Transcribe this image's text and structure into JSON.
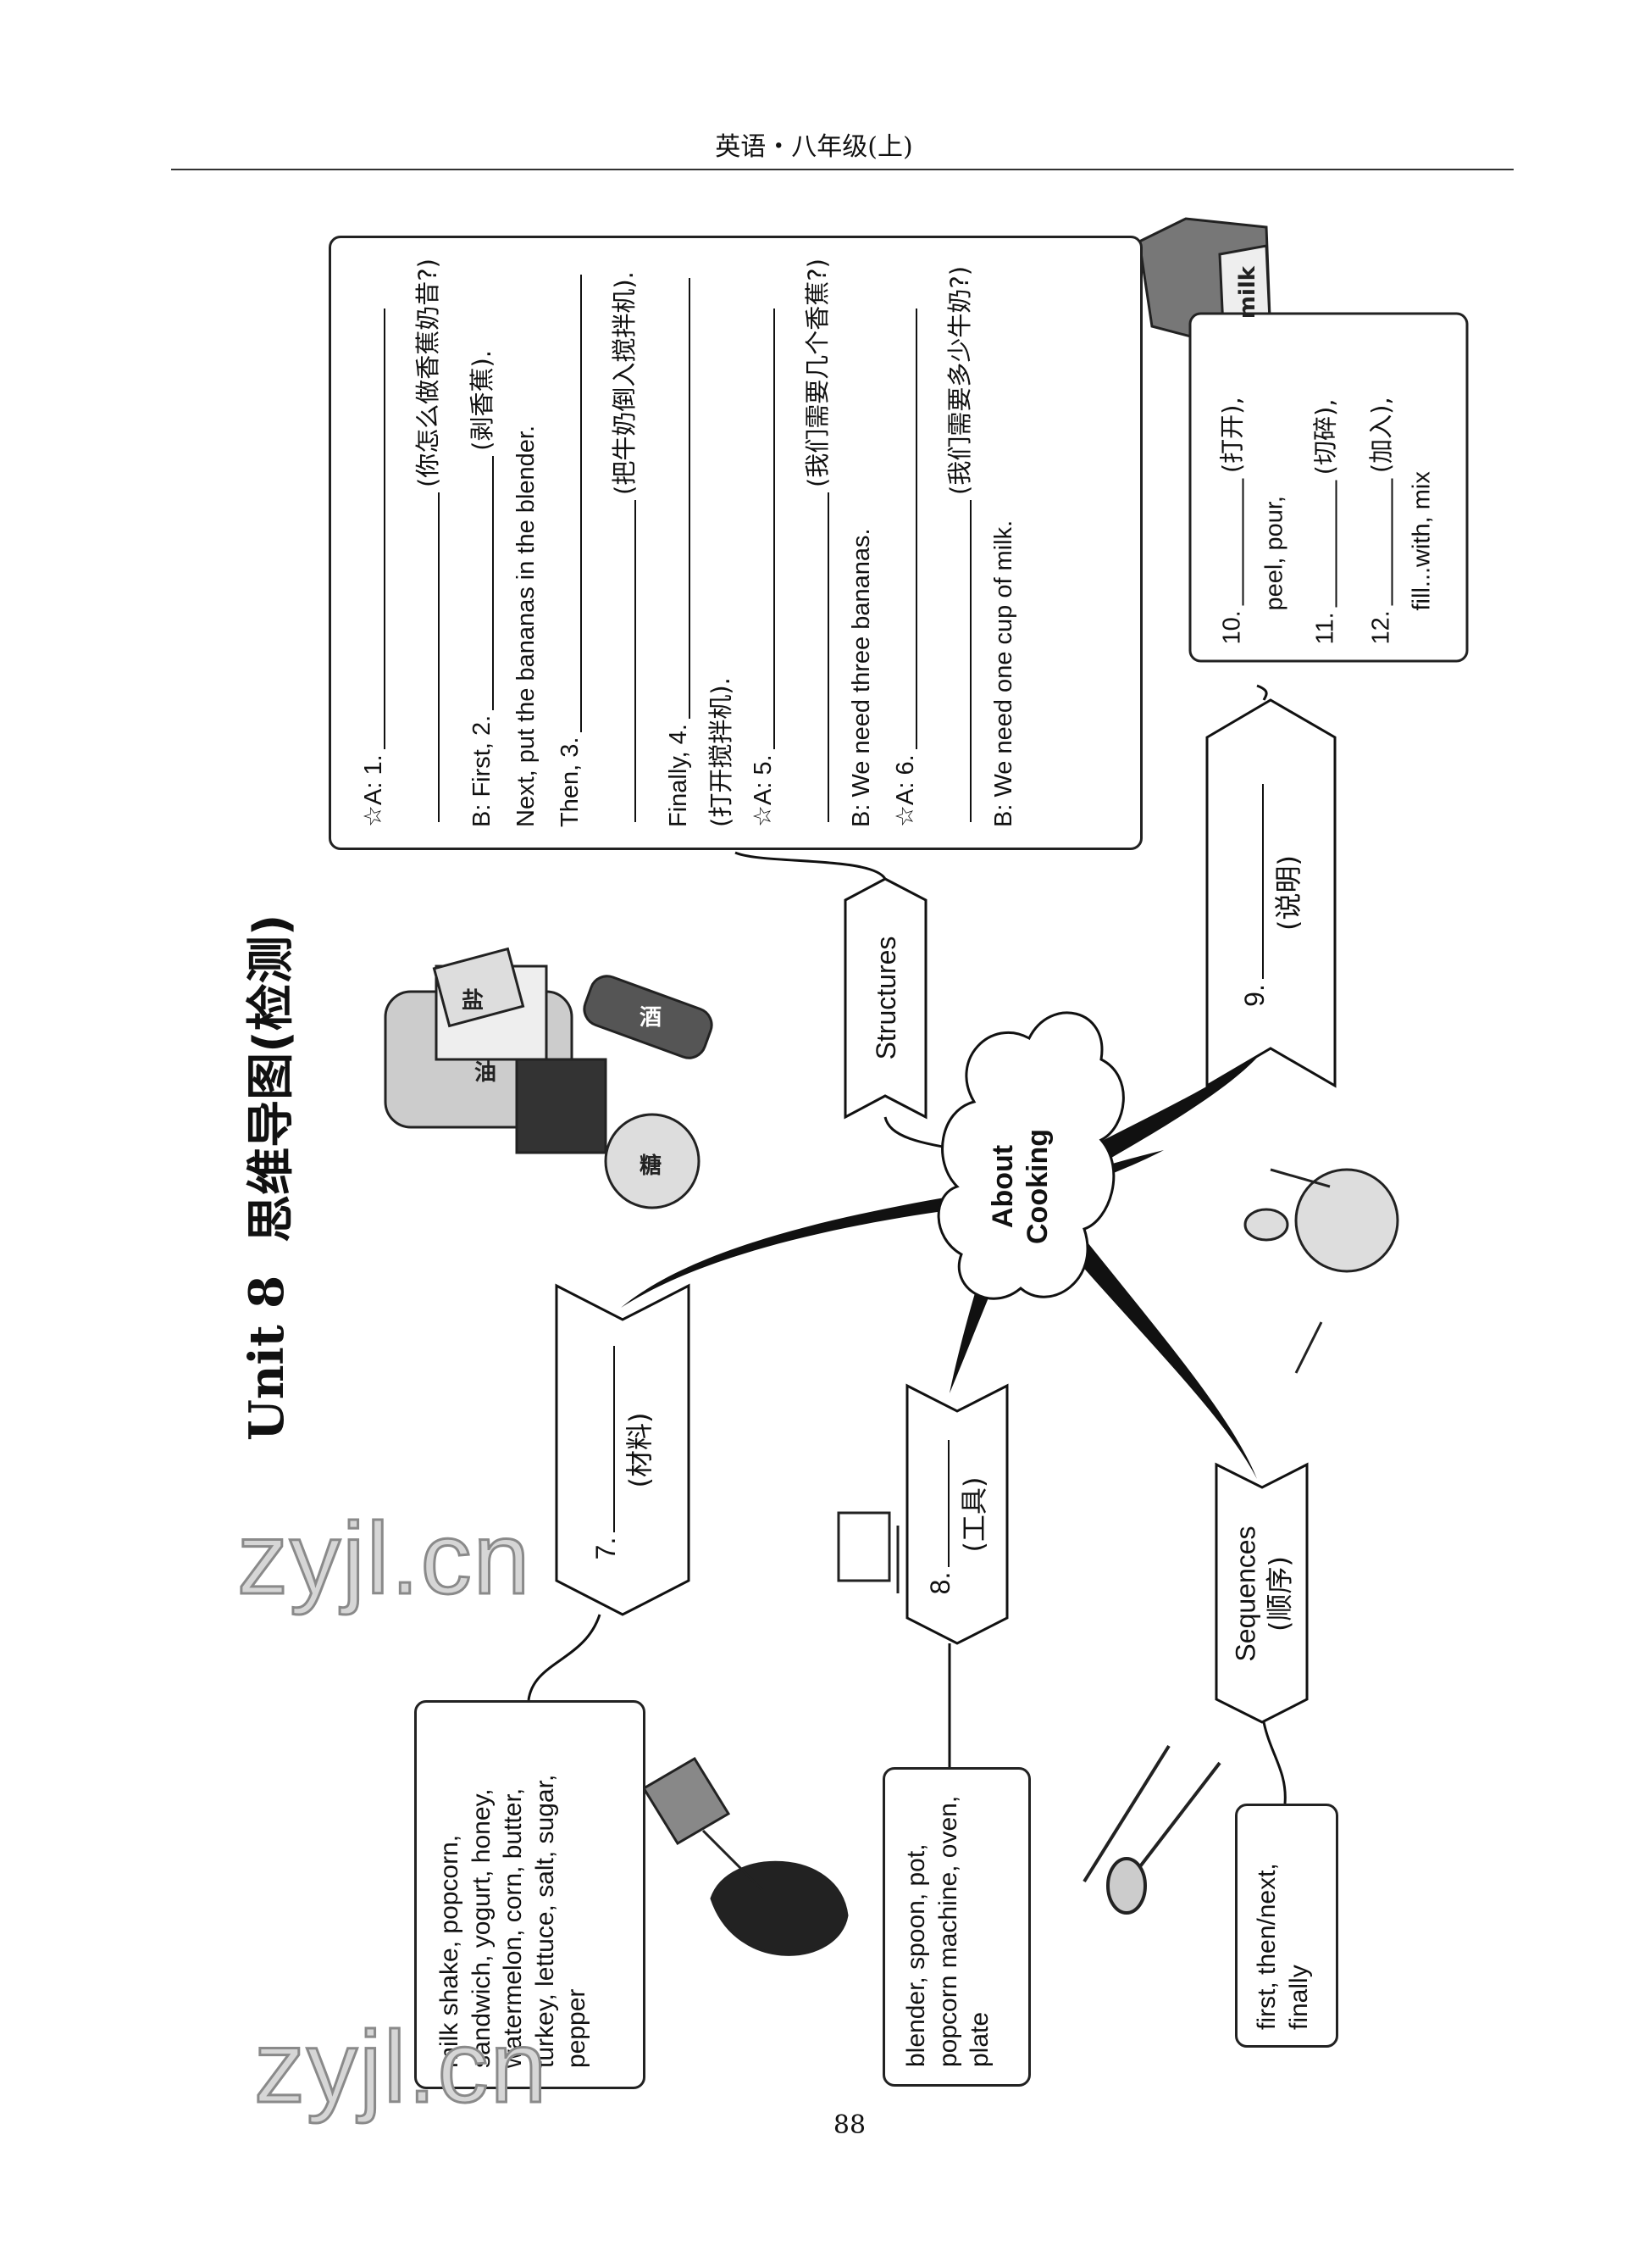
{
  "header": {
    "book_title": "英语・八年级(上)"
  },
  "title": {
    "unit": "Unit 8",
    "subtitle": "思维导图(检测)"
  },
  "center": {
    "line1": "About",
    "line2": "Cooking"
  },
  "structures": {
    "label": "Structures",
    "lines": [
      {
        "prefix": "☆A: 1.",
        "hint": ""
      },
      {
        "prefix": "",
        "hint": "(你怎么做香蕉奶昔?)"
      },
      {
        "prefix": "B: First, 2.",
        "hint": "(剥香蕉)."
      },
      {
        "prefix": "Next, put the bananas in the blender.",
        "hint": ""
      },
      {
        "prefix": "Then, 3.",
        "hint": ""
      },
      {
        "prefix": "",
        "hint": "(把牛奶倒入搅拌机)."
      },
      {
        "prefix": "Finally, 4.",
        "hint": ""
      },
      {
        "prefix": "(打开搅拌机).",
        "hint": ""
      },
      {
        "prefix": "☆A: 5.",
        "hint": ""
      },
      {
        "prefix": "",
        "hint": "(我们需要几个香蕉?)"
      },
      {
        "prefix": "B: We need three bananas.",
        "hint": ""
      },
      {
        "prefix": "☆A: 6.",
        "hint": ""
      },
      {
        "prefix": "",
        "hint": "(我们需要多少牛奶?)"
      },
      {
        "prefix": "B: We need one cup of milk.",
        "hint": ""
      }
    ]
  },
  "instructions": {
    "label_num": "9.",
    "label_hint": "(说明)",
    "lines": [
      {
        "num": "10.",
        "hint": "(打开),"
      },
      {
        "text": "peel, pour,"
      },
      {
        "num": "11.",
        "hint": "(切碎),"
      },
      {
        "num": "12.",
        "hint": "(加入),"
      },
      {
        "text": "fill...with, mix"
      }
    ]
  },
  "ingredients": {
    "label_num": "7.",
    "label_hint": "(材料)",
    "text": "milk shake, popcorn, sandwich, yogurt, honey, watermelon, corn, butter, turkey, lettuce, salt, sugar, pepper"
  },
  "tools": {
    "label_num": "8.",
    "label_hint": "(工具)",
    "text": "blender, spoon, pot, popcorn machine, oven, plate"
  },
  "sequences": {
    "label": "Sequences",
    "label_hint": "(顺序)",
    "text": "first, then/next, finally"
  },
  "illustrations": {
    "milk_carton": "milk",
    "condiments": [
      "盐",
      "酒",
      "油",
      "糖"
    ]
  },
  "watermark": "zyjl.cn",
  "page_number": "88"
}
